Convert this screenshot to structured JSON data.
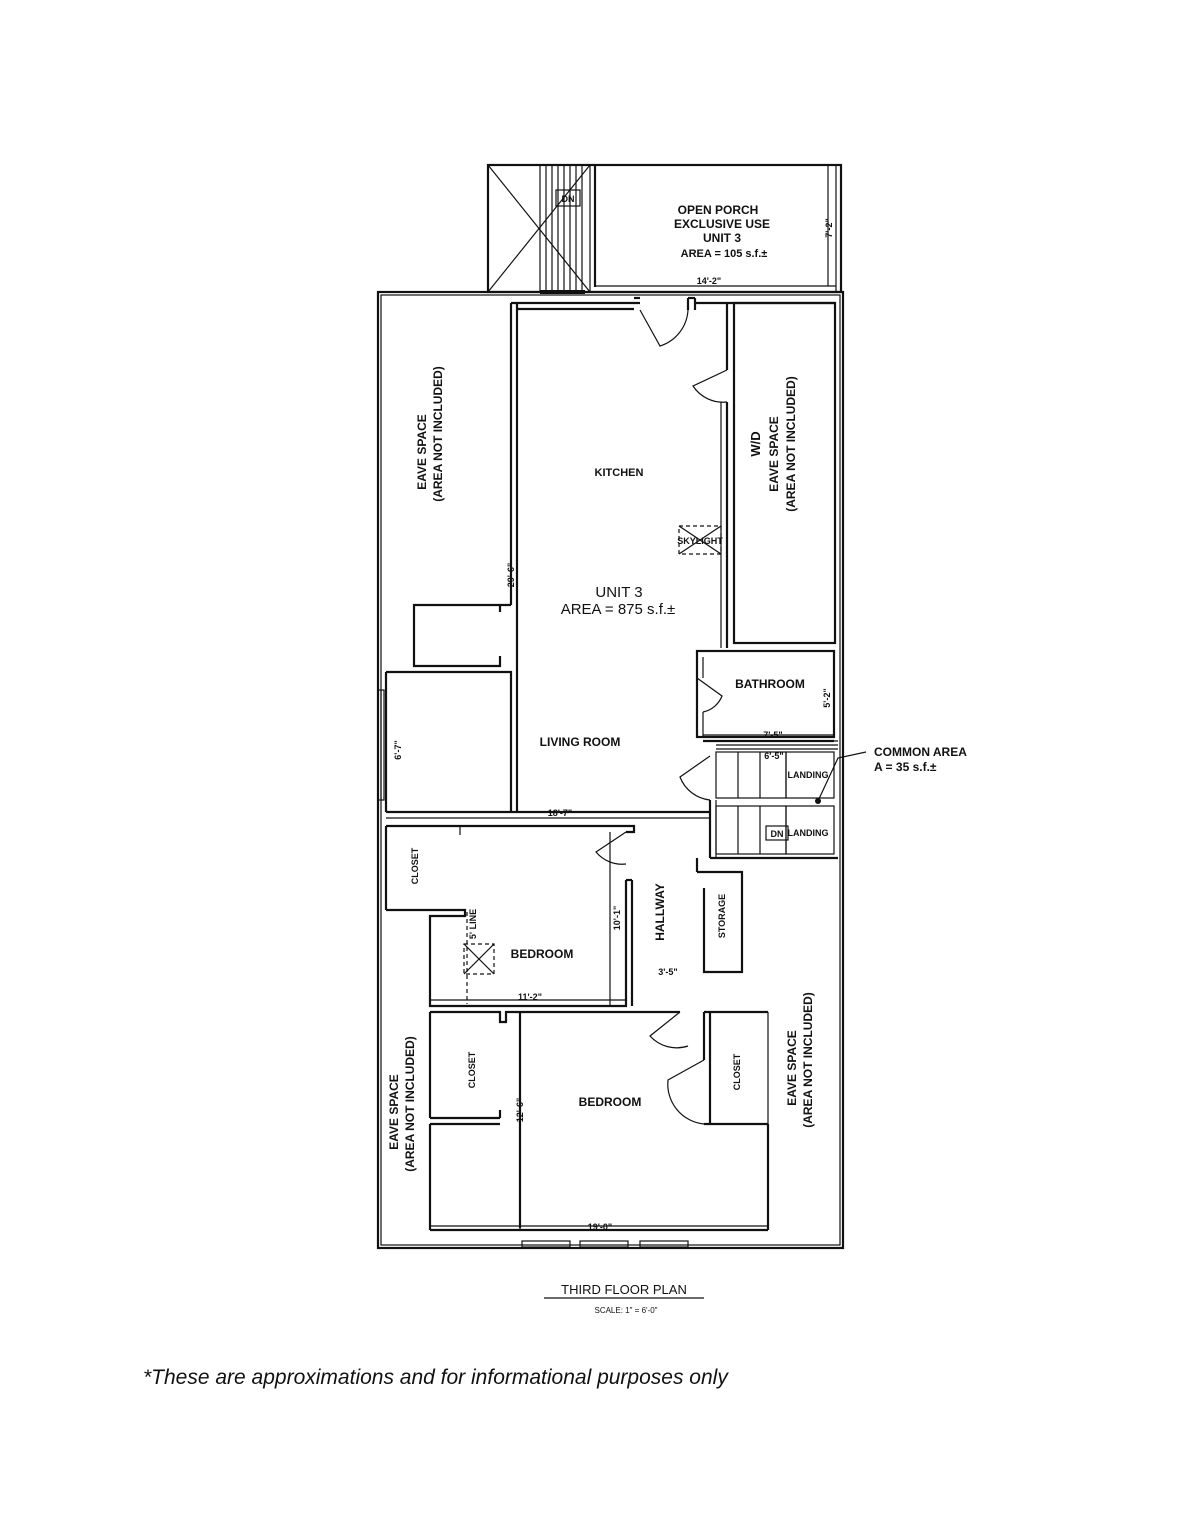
{
  "labels": {
    "porch_line1": "OPEN PORCH",
    "porch_line2": "EXCLUSIVE USE",
    "porch_line3": "UNIT 3",
    "porch_line4": "AREA = 105 s.f.±",
    "porch_width": "14'-2\"",
    "porch_depth": "7'-2\"",
    "stair_dn_top": "DN",
    "eave_left_top_1": "EAVE SPACE",
    "eave_left_top_2": "(AREA NOT INCLUDED)",
    "kitchen": "KITCHEN",
    "wd": "W/D",
    "eave_right_top_1": "EAVE SPACE",
    "eave_right_top_2": "(AREA NOT INCLUDED)",
    "skylight": "SKYLIGHT",
    "unit": "UNIT 3",
    "unit_area": "AREA = 875 s.f.±",
    "dim_kitchen_length": "29'-6\"",
    "bathroom": "BATHROOM",
    "dim_bath_depth": "5'-2\"",
    "dim_bath_width": "7'-5\"",
    "dim_stair_width": "6'-5\"",
    "living_room": "LIVING ROOM",
    "dim_living_left": "6'-7\"",
    "dim_living_width": "18'-7\"",
    "common_area_1": "COMMON AREA",
    "common_area_2": "A = 35 s.f.±",
    "landing_1": "LANDING",
    "landing_2": "LANDING",
    "stair_dn_common": "DN",
    "closet_1": "CLOSET",
    "bedroom_1": "BEDROOM",
    "line_5ft": "5' LINE",
    "dim_bed1_depth": "10'-1\"",
    "dim_bed1_width": "11'-2\"",
    "hallway": "HALLWAY",
    "dim_hall_width": "3'-5\"",
    "storage": "STORAGE",
    "closet_2": "CLOSET",
    "bedroom_2": "BEDROOM",
    "closet_3": "CLOSET",
    "dim_bed2_depth": "12'-6\"",
    "dim_bed2_width": "19'-0\"",
    "eave_left_bottom_1": "EAVE SPACE",
    "eave_left_bottom_2": "(AREA NOT INCLUDED)",
    "eave_right_bottom_1": "EAVE SPACE",
    "eave_right_bottom_2": "(AREA NOT INCLUDED)",
    "plan_title": "THIRD FLOOR PLAN",
    "plan_scale": "SCALE: 1\" = 6'-0\""
  },
  "disclaimer": "*These are approximations and for informational purposes only"
}
